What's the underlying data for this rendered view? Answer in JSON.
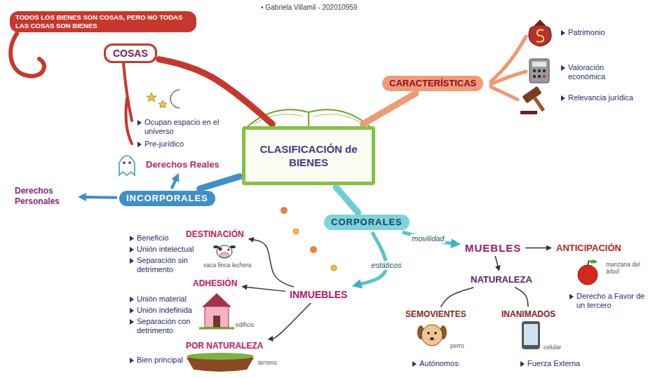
{
  "diagram": {
    "nodes": [
      {
        "text": [
          "CLASIFICACIÓN de BIENES"
        ]
      },
      {
        "text": [
          "COSAS"
        ]
      },
      {
        "text": [
          "CARACTERÍSTICAS"
        ]
      },
      {
        "text": [
          "INCORPORALES"
        ]
      },
      {
        "text": [
          "Derechos Reales"
        ]
      },
      {
        "text": [
          "Derechos Personales"
        ]
      },
      {
        "text": [
          "CORPORALES"
        ]
      },
      {
        "text": [
          "MUEBLES"
        ]
      },
      {
        "text": [
          "INMUEBLES"
        ]
      },
      {
        "text": [
          "ANTICIPACIÓN"
        ]
      },
      {
        "text": [
          "NATURALEZA"
        ]
      },
      {
        "text": [
          "SEMOVIENTES"
        ]
      },
      {
        "text": [
          "INANIMADOS"
        ]
      },
      {
        "text": [
          "DESTINACIÓN"
        ]
      },
      {
        "text": [
          "ADHESIÓN"
        ]
      },
      {
        "text": [
          "POR NATURALEZA"
        ]
      }
    ],
    "edges": [
      {
        "from": 0,
        "to": 1,
        "arrow": "none"
      },
      {
        "from": 0,
        "to": 2,
        "arrow": "none"
      },
      {
        "from": 0,
        "to": 3,
        "arrow": "none"
      },
      {
        "from": 3,
        "to": 4,
        "arrow": "to"
      },
      {
        "from": 3,
        "to": 5,
        "arrow": "to"
      },
      {
        "from": 0,
        "to": 6,
        "arrow": "none"
      },
      {
        "from": 6,
        "to": 7,
        "label": "movilidad",
        "arrow": "to"
      },
      {
        "from": 6,
        "to": 8,
        "label": "estáticos",
        "arrow": "to"
      },
      {
        "from": 7,
        "to": 9,
        "arrow": "to"
      },
      {
        "from": 7,
        "to": 10,
        "arrow": "to"
      },
      {
        "from": 10,
        "to": 11,
        "arrow": "none"
      },
      {
        "from": 10,
        "to": 12,
        "arrow": "none"
      },
      {
        "from": 8,
        "to": 13,
        "arrow": "to"
      },
      {
        "from": 8,
        "to": 14,
        "arrow": "to"
      },
      {
        "from": 8,
        "to": 15,
        "arrow": "to"
      }
    ],
    "labels": [
      "• Gabriela Villamil - 202010959",
      "TODOS LOS BIENES SON COSAS, PERO NO TODAS LAS COSAS SON BIENES",
      "Ocupan espacio en el universo",
      "Pre-jurídico",
      "Patrimonio",
      "Valoración económica",
      "Relevancia jurídica",
      "Beneficio",
      "Unión intelectual",
      "Separación sin detrimento",
      "vaca finca lechera",
      "Unión material",
      "Unión indefinida",
      "Separación con detrimento",
      "edificio",
      "Bien principal",
      "terreno",
      "manzana del árbol",
      "Derecho a Favor de un tercero",
      "perro",
      "Autónomos",
      "celular",
      "Fuerza Externa"
    ]
  }
}
